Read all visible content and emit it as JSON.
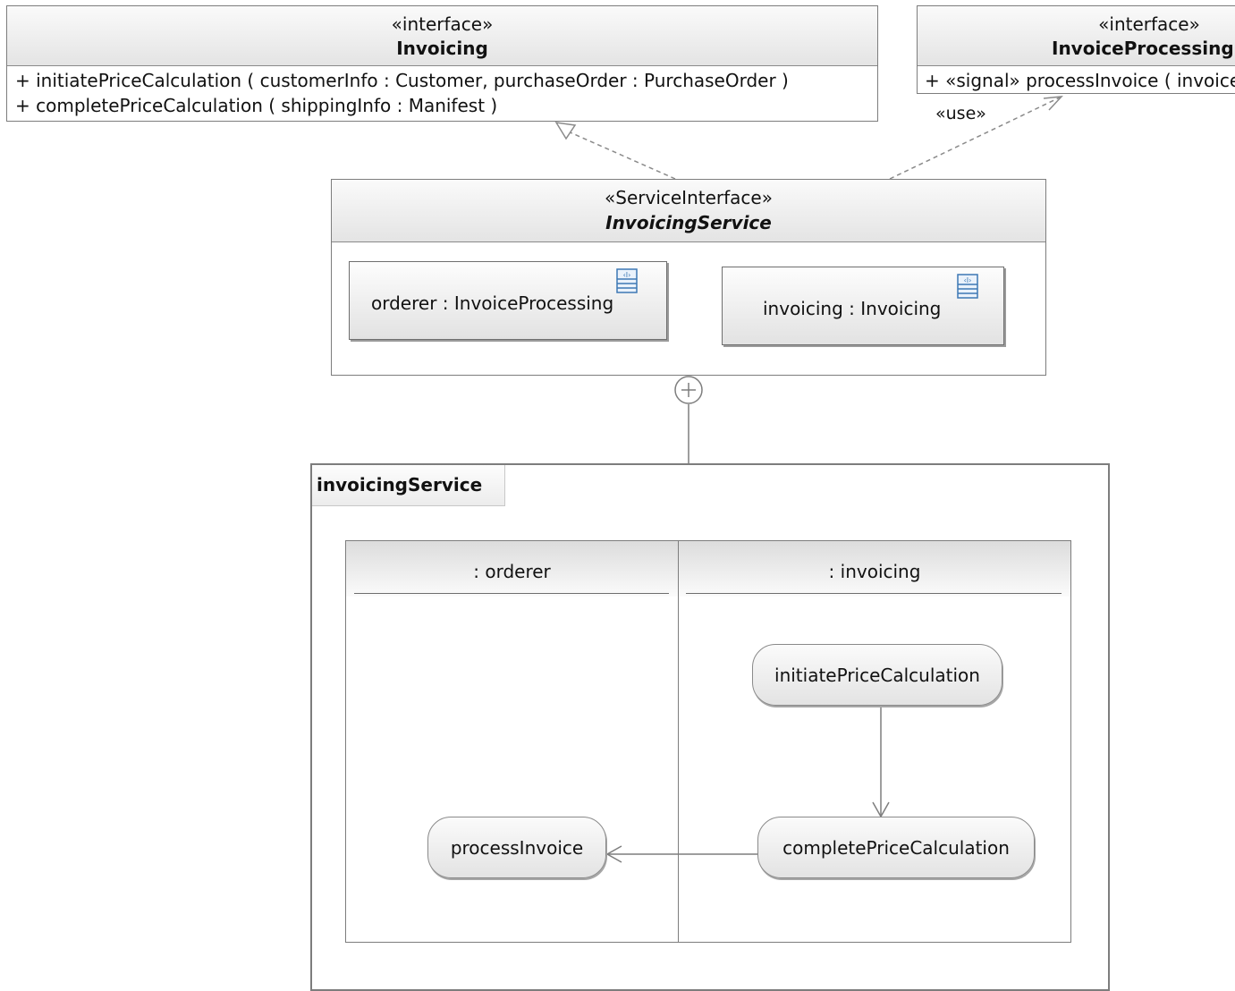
{
  "invoicing_interface": {
    "stereotype": "«interface»",
    "name": "Invoicing",
    "operations": [
      "+ initiatePriceCalculation ( customerInfo : Customer, purchaseOrder : PurchaseOrder )",
      "+ completePriceCalculation ( shippingInfo : Manifest )"
    ]
  },
  "invoice_processing_interface": {
    "stereotype": "«interface»",
    "name": "InvoiceProcessing",
    "operations": [
      "+ «signal» processInvoice ( invoice : Invoice )"
    ]
  },
  "use_dependency": {
    "label": "«use»"
  },
  "service_interface": {
    "stereotype": "«ServiceInterface»",
    "name": "InvoicingService",
    "parts": [
      {
        "label": "orderer : InvoiceProcessing",
        "icon": "interface-part-icon"
      },
      {
        "label": "invoicing : Invoicing",
        "icon": "interface-part-icon"
      }
    ]
  },
  "activity": {
    "name": "invoicingService",
    "partitions": [
      {
        "label": ": orderer"
      },
      {
        "label": ": invoicing"
      }
    ],
    "actions": {
      "initiate": "initiatePriceCalculation",
      "complete": "completePriceCalculation",
      "process": "processInvoice"
    }
  },
  "colors": {
    "line": "#7d7d7d",
    "dashed": "#8a8a8a",
    "part_icon": "#3c78b4"
  }
}
